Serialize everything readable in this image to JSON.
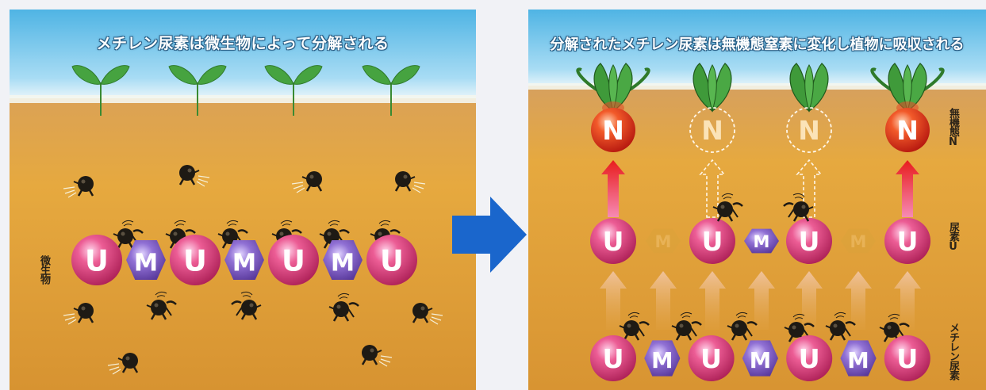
{
  "left_panel": {
    "title": "メチレン尿素は微生物によって分解される",
    "label_microbe": "微生物",
    "chain": [
      "U",
      "M",
      "U",
      "M",
      "U",
      "M",
      "U"
    ]
  },
  "right_panel": {
    "title": "分解されたメチレン尿素は無機態窒素に変化し植物に吸収される",
    "label_inorganic_n": "無機態N",
    "label_urea_u": "尿素U",
    "label_methylene_urea": "メチレン尿素",
    "n_letter": "N",
    "u_letter": "U",
    "m_letter": "M",
    "bottom_chain": [
      "U",
      "M",
      "U",
      "M",
      "U",
      "M",
      "U"
    ]
  },
  "colors": {
    "sky": "#5bbde8",
    "soil": "#e0a43a",
    "u_bead": "#d8437a",
    "m_bead": "#8060c4",
    "n_bead": "#e43a20",
    "arrow_main": "#1a64c8",
    "leaf": "#3e9a3c"
  },
  "icons": [
    "sprout-icon",
    "microbe-icon",
    "pickaxe-icon",
    "plant-root-icon",
    "up-arrow-icon",
    "right-arrow-icon"
  ]
}
